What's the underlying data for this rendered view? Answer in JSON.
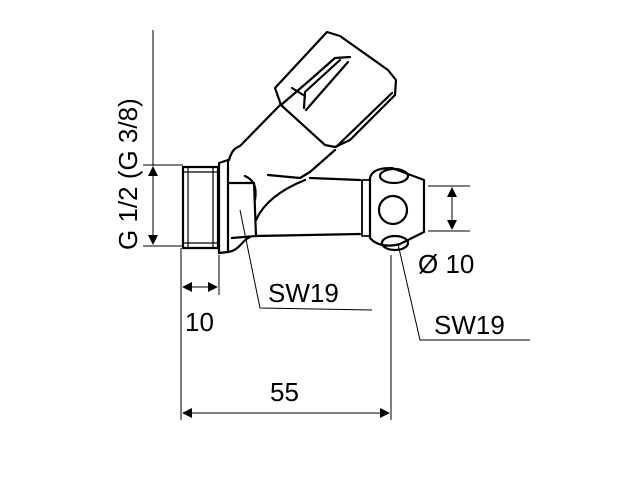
{
  "diagram": {
    "type": "technical-dimension-drawing",
    "subject": "angle valve / Y-fitting with thread connection",
    "colors": {
      "line": "#000000",
      "background": "#ffffff"
    },
    "labels": {
      "thread_size": "G 1/2  (G 3/8)",
      "thread_length": "10",
      "hex_left": "SW19",
      "outlet_diameter": "Ø 10",
      "hex_right": "SW19",
      "overall_length": "55"
    }
  }
}
